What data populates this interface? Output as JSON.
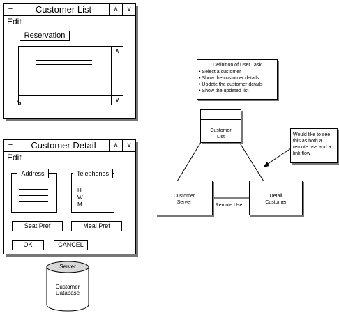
{
  "customer_list_window": {
    "system_menu": "−",
    "title": "Customer List",
    "menu": "Edit",
    "button": "Reservation",
    "scroll_up": "∧",
    "scroll_down": "∨"
  },
  "customer_detail_window": {
    "system_menu": "−",
    "title": "Customer Detail",
    "menu": "Edit",
    "address_label": "Address",
    "telephones_label": "Telephones",
    "phone_types": [
      "H",
      "W",
      "M"
    ],
    "seat_pref": "Seat Pref",
    "meal_pref": "Meal Pref",
    "ok": "OK",
    "cancel": "CANCEL"
  },
  "database": {
    "server": "Server",
    "label_line1": "Customer",
    "label_line2": "Database"
  },
  "user_task": {
    "title": "Definition of User Task",
    "items": [
      "• Select a customer",
      "• Show the customer details",
      "• Update the customer details",
      "• Show the updated list"
    ]
  },
  "diagram": {
    "customer_list_line1": "Customer",
    "customer_list_line2": "List",
    "customer_server_line1": "Customer",
    "customer_server_line2": "Server",
    "detail_customer_line1": "Detail",
    "detail_customer_line2": "Customer",
    "remote_use": "Remote Use",
    "note": [
      "Would like to see",
      "this as both a",
      "remote use and a",
      "link flow"
    ]
  }
}
